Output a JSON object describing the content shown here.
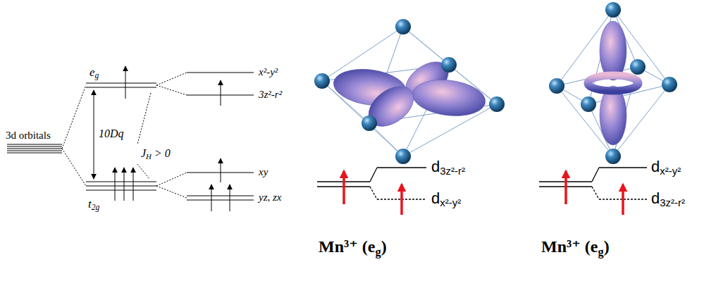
{
  "diagram": {
    "labels": [
      "3d orbitals",
      "eg",
      "10Dq",
      "JH > 0",
      "t2g",
      "x²-y²",
      "3z²-r²",
      "xy",
      "yz, zx",
      "d3z²-r²",
      "dx²-y²",
      "Mn³⁺ (eg)",
      "dx²-y²",
      "d3z²-r²",
      "Mn³⁺ (eg)"
    ]
  }
}
